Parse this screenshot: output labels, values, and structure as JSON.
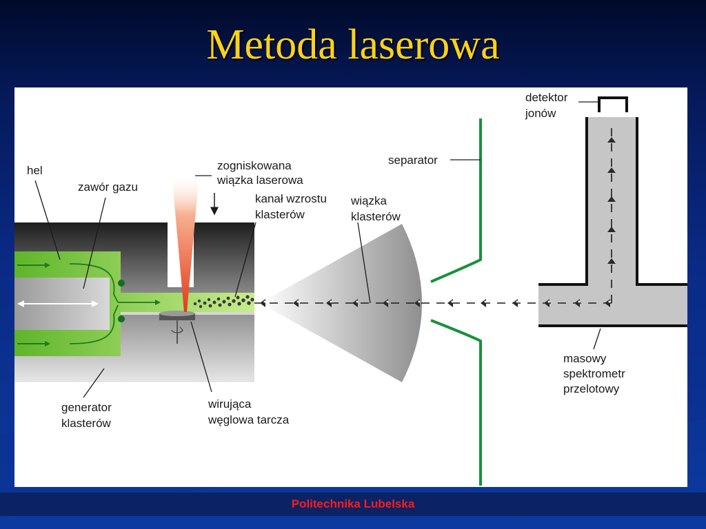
{
  "slide": {
    "title": "Metoda laserowa",
    "footer": "Politechnika Lubelska"
  },
  "diagram": {
    "labels": {
      "hel": "hel",
      "zawor_gazu": "zawór gazu",
      "laser_line1": "zogniskowana",
      "laser_line2": "wiązka laserowa",
      "kanal_line1": "kanał wzrostu",
      "kanal_line2": "klasterów",
      "wiazka_line1": "wiązka",
      "wiazka_line2": "klasterów",
      "separator": "separator",
      "detektor_line1": "detektor",
      "detektor_line2": "jonów",
      "generator_line1": "generator",
      "generator_line2": "klasterów",
      "wirujaca_line1": "wirująca",
      "wirujaca_line2": "węglowa tarcza",
      "masowy_line1": "masowy",
      "masowy_line2": "spektrometr",
      "masowy_line3": "przelotowy"
    },
    "colors": {
      "gas_green": "#7ec832",
      "separator_green": "#18913a",
      "body_gray": "#b8b8b8",
      "dark_gray": "#2a2a2a",
      "laser_red": "#e8532b"
    }
  }
}
